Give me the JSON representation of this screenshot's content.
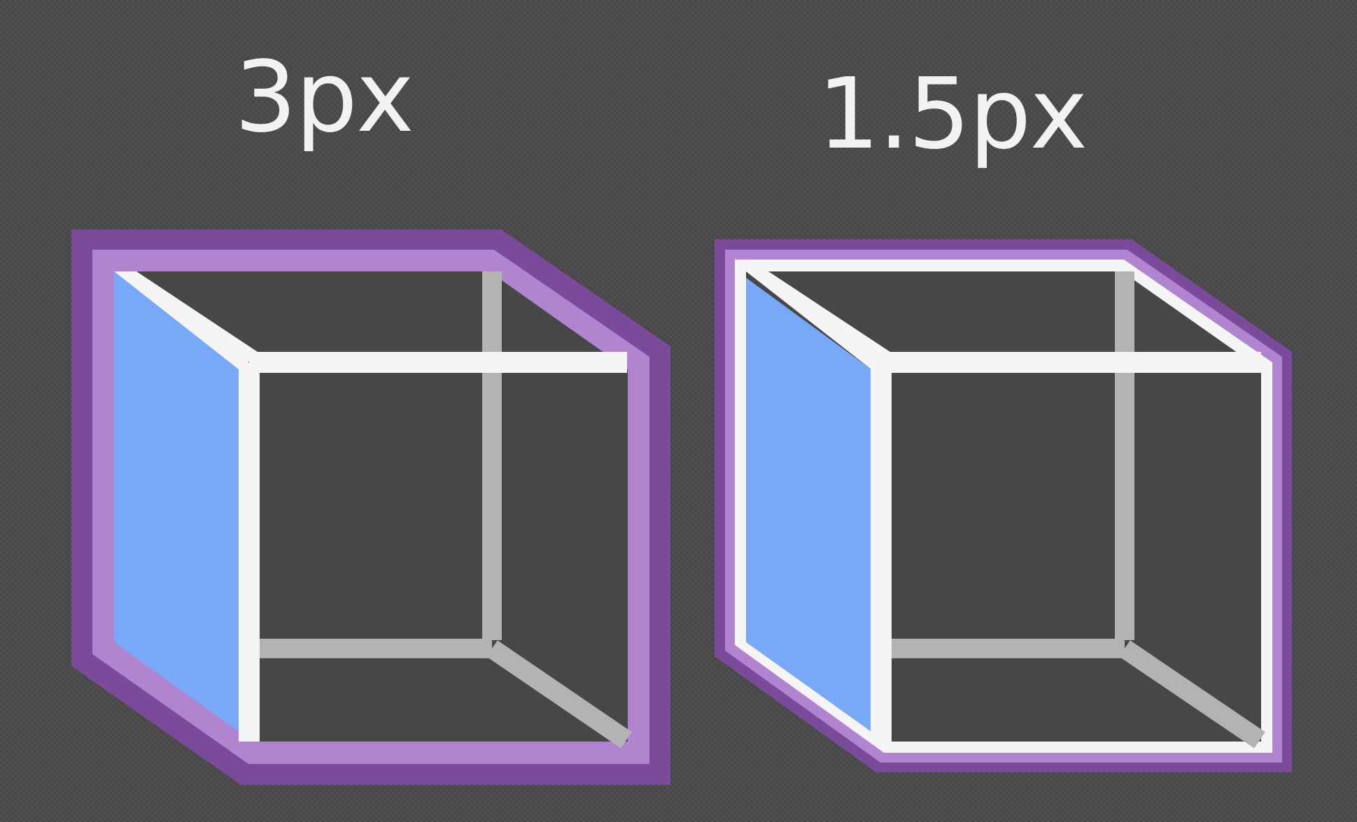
{
  "samples": [
    {
      "label": "3px",
      "icon": "cube-icon",
      "colors": {
        "outer_outline": "#7c4a9b",
        "inner_outline": "#b184cf",
        "front_face": "#78a8f8",
        "front_edges": "#f5f5f5",
        "back_edges": "#b3b3b3"
      }
    },
    {
      "label": "1.5px",
      "icon": "cube-icon",
      "colors": {
        "outer_outline": "#7c4a9b",
        "inner_outline": "#b184cf",
        "front_face": "#78a8f8",
        "front_edges": "#f5f5f5",
        "back_edges": "#b3b3b3"
      }
    }
  ],
  "background": {
    "color": "#474747",
    "pattern": "checkerboard"
  }
}
